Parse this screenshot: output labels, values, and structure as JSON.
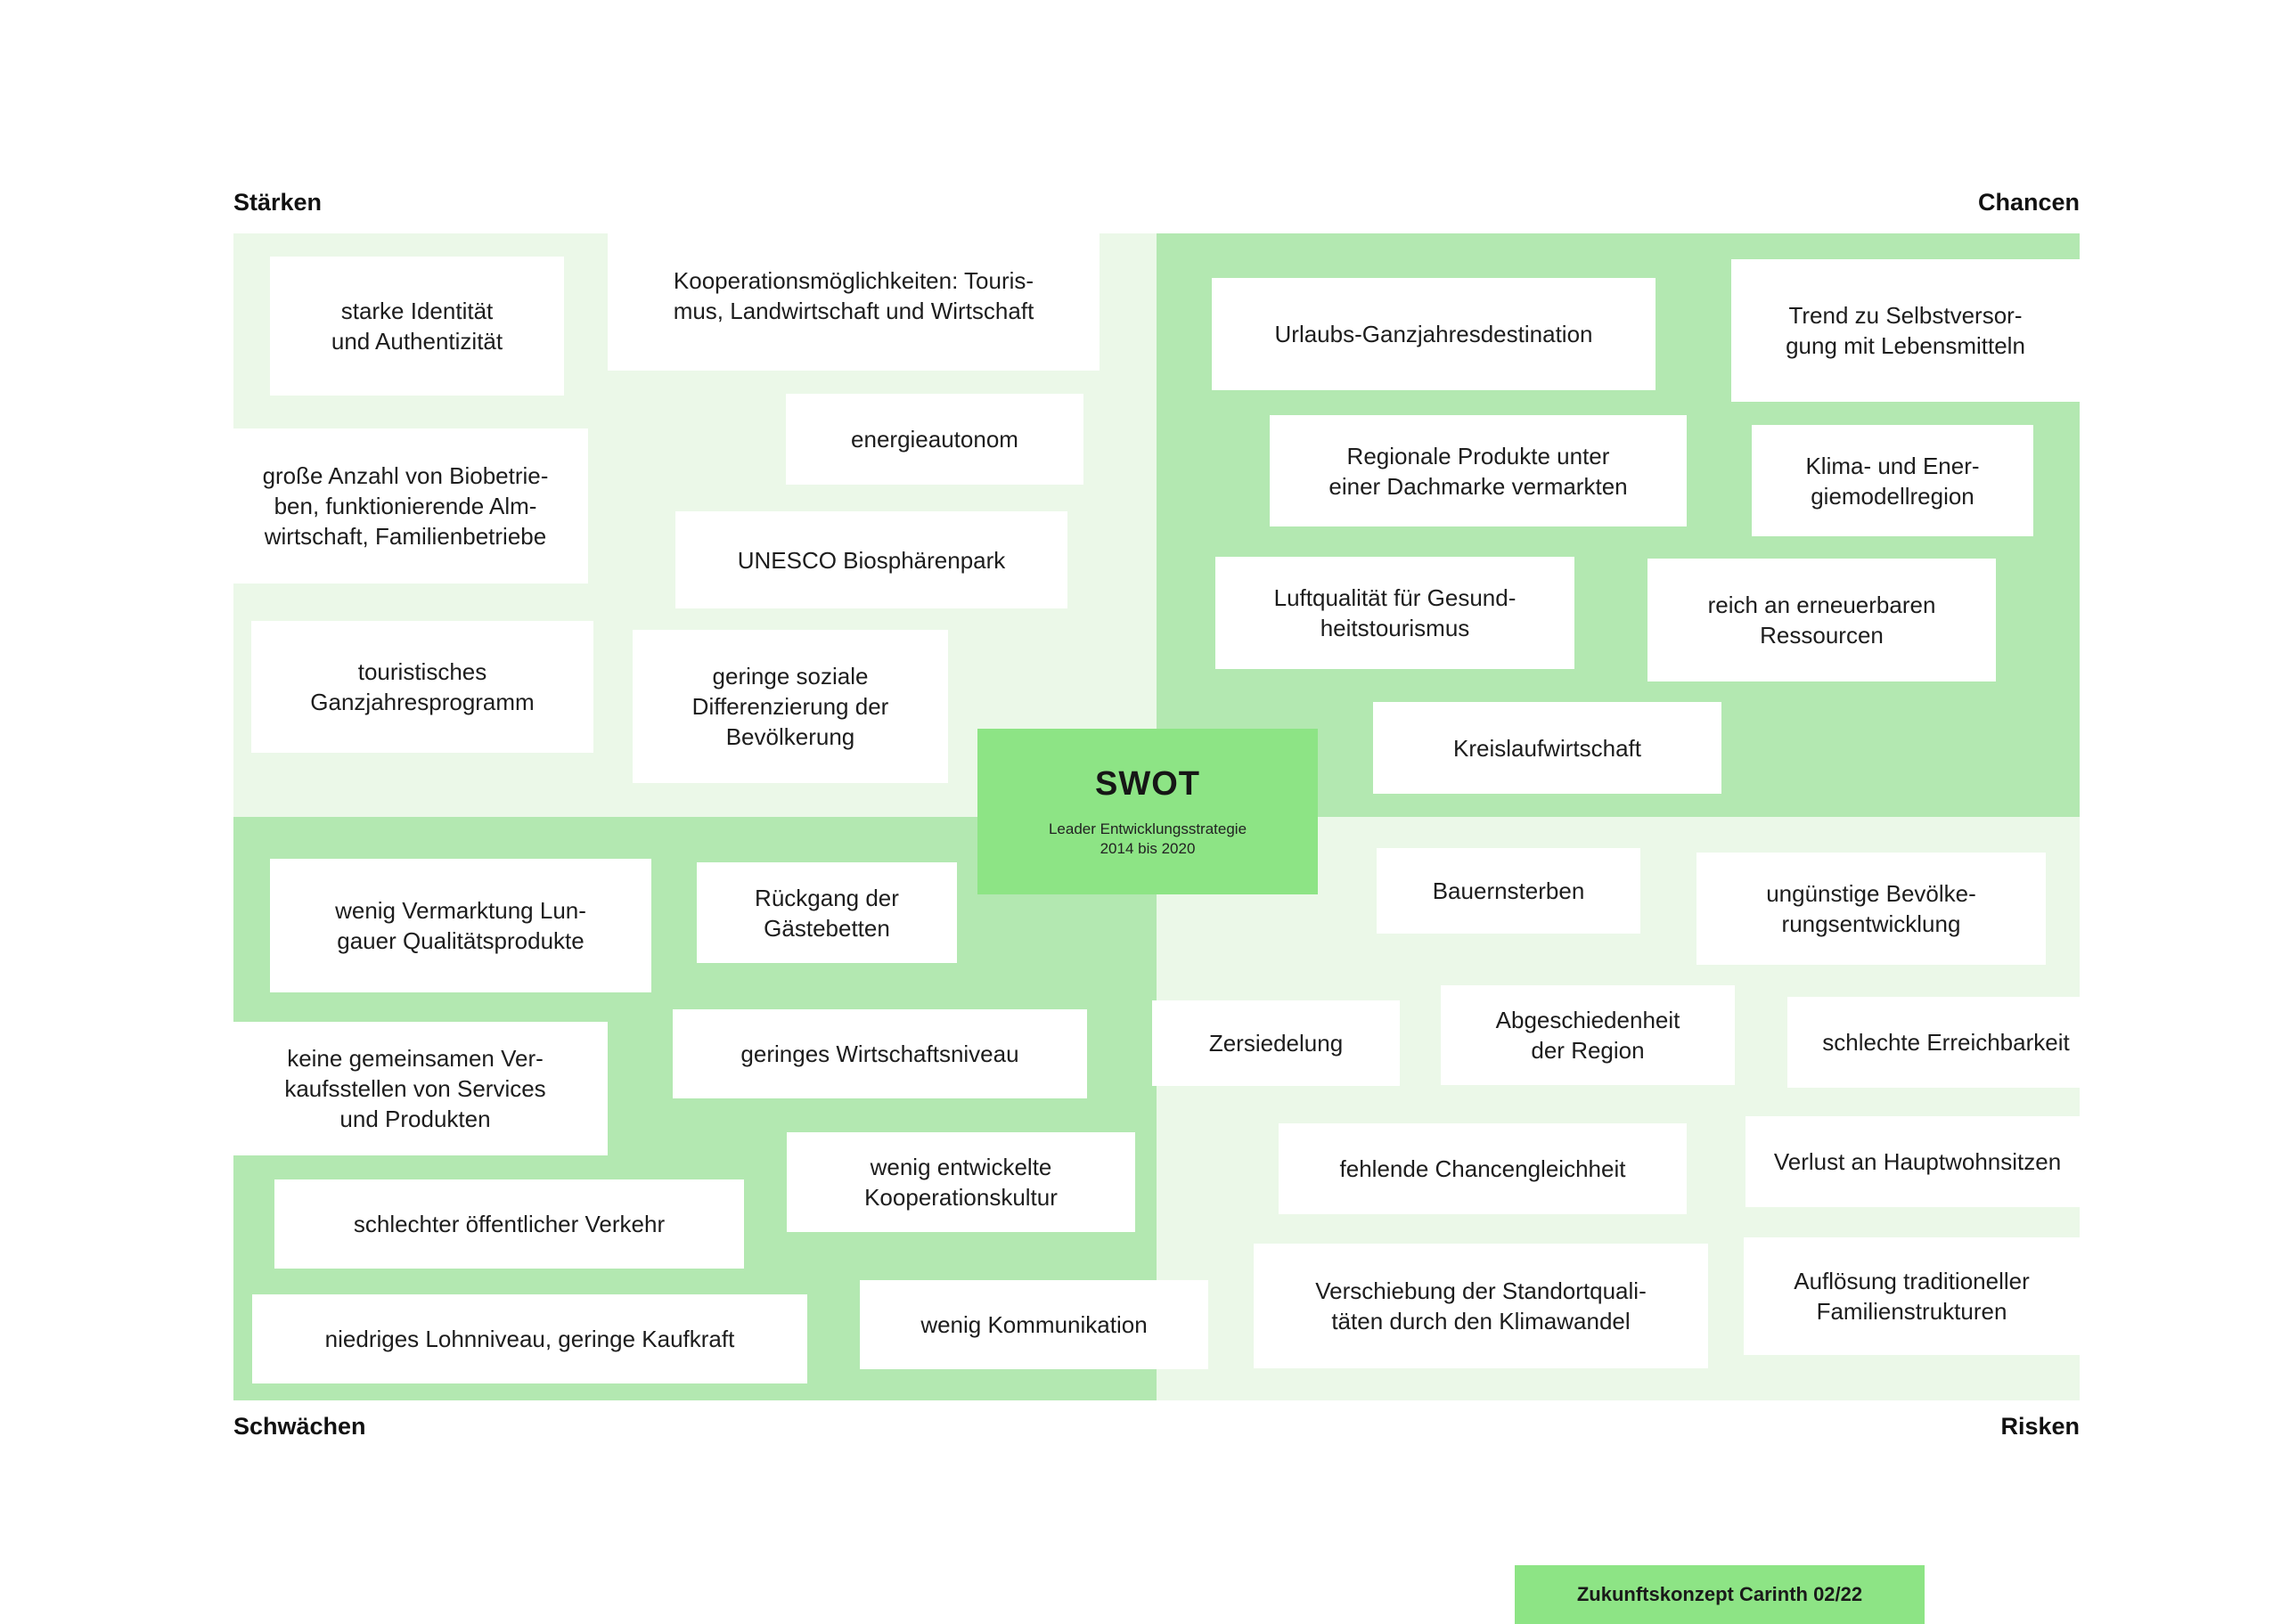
{
  "labels": {
    "staerken": "Stärken",
    "chancen": "Chancen",
    "schwaechen": "Schwächen",
    "risken": "Risken"
  },
  "center": {
    "title": "SWOT",
    "subtitle": "Leader Entwicklungsstrategie\n2014 bis 2020"
  },
  "footer": "Zukunftskonzept Carinth 02/22",
  "colors": {
    "light_green": "#ebf8e8",
    "mid_green": "#b3e8b1",
    "accent_green": "#8de485",
    "card": "#ffffff"
  },
  "staerken": [
    "starke Identität\nund Authentizität",
    "Kooperationsmöglichkeiten: Touris-\nmus, Landwirtschaft und Wirtschaft",
    "energieautonom",
    "große Anzahl von Biobetrie-\nben, funktionierende Alm-\nwirtschaft, Familienbetriebe",
    "UNESCO Biosphärenpark",
    "touristisches\nGanzjahresprogramm",
    "geringe soziale\nDifferenzierung der\nBevölkerung"
  ],
  "chancen": [
    "Urlaubs-Ganzjahresdestination",
    "Trend zu Selbstversor-\ngung mit Lebensmitteln",
    "Regionale Produkte unter\neiner Dachmarke vermarkten",
    "Klima- und Ener-\ngiemodellregion",
    "Luftqualität für Gesund-\nheitstourismus",
    "reich an erneuerbaren\nRessourcen",
    "Kreislaufwirtschaft"
  ],
  "schwaechen": [
    "wenig Vermarktung Lun-\ngauer Qualitätsprodukte",
    "Rückgang der\nGästebetten",
    "keine gemeinsamen Ver-\nkaufsstellen von Services\nund Produkten",
    "geringes Wirtschaftsniveau",
    "wenig entwickelte\nKooperationskultur",
    "schlechter öffentlicher Verkehr",
    "niedriges Lohnniveau, geringe Kaufkraft",
    "wenig Kommunikation"
  ],
  "risken": [
    "Bauernsterben",
    "ungünstige Bevölke-\nrungsentwicklung",
    "Zersiedelung",
    "Abgeschiedenheit\nder Region",
    "schlechte Erreichbarkeit",
    "fehlende Chancengleichheit",
    "Verlust an Hauptwohnsitzen",
    "Verschiebung der Standortquali-\ntäten durch den Klimawandel",
    "Auflösung traditioneller\nFamilienstrukturen"
  ]
}
